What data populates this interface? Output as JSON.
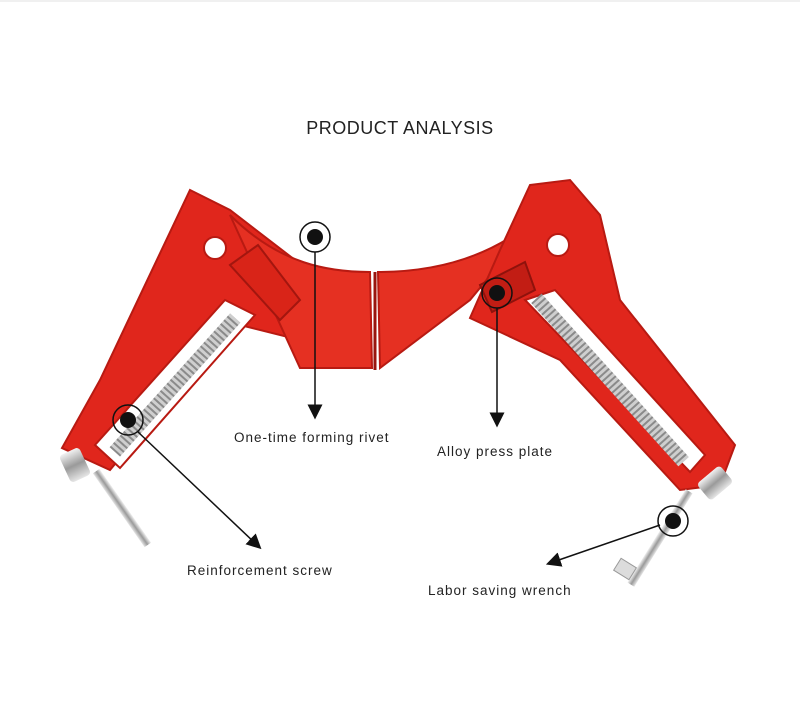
{
  "title": "PRODUCT ANALYSIS",
  "colors": {
    "body": "#e0261c",
    "body_dark": "#b81a12",
    "steel": "#c8c8c8"
  },
  "labels": {
    "rivet": "One-time forming rivet",
    "plate": "Alloy press plate",
    "screw": "Reinforcement screw",
    "wrench": "Labor saving wrench"
  }
}
